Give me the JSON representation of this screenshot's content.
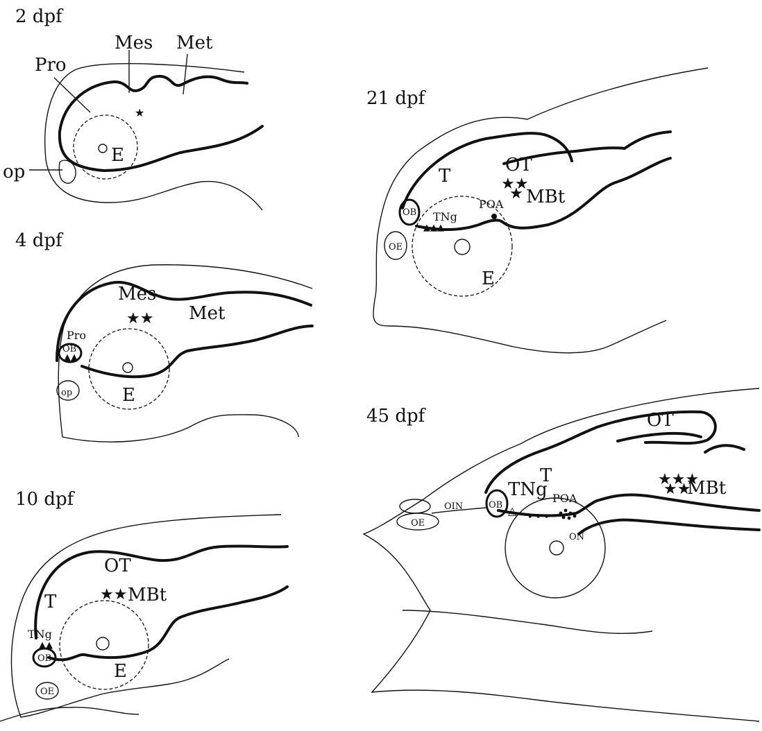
{
  "panels": {
    "p2": {
      "stage": "2 dpf",
      "labels": {
        "pro": "Pro",
        "mes": "Mes",
        "met": "Met",
        "eye": "E",
        "op": "op"
      },
      "marks": {
        "stars": "★"
      }
    },
    "p4": {
      "stage": "4 dpf",
      "labels": {
        "mes": "Mes",
        "met": "Met",
        "pro": "Pro",
        "ob": "OB",
        "op": "op",
        "eye": "E"
      },
      "marks": {
        "stars": "★★",
        "triangles": "▲▲"
      }
    },
    "p10": {
      "stage": "10 dpf",
      "labels": {
        "ot": "OT",
        "mbt": "MBt",
        "t": "T",
        "tng": "TNg",
        "ob": "OB",
        "oe": "OE",
        "eye": "E"
      },
      "marks": {
        "stars": "★★",
        "triangles": "▲▲"
      }
    },
    "p21": {
      "stage": "21 dpf",
      "labels": {
        "ot": "OT",
        "t": "T",
        "mbt": "MBt",
        "ob": "OB",
        "tng": "TNg",
        "poa": "POA",
        "oe": "OE",
        "eye": "E"
      },
      "marks": {
        "stars_top": "★★",
        "stars_bottom": "★",
        "triangles": "▲▲▲"
      }
    },
    "p45": {
      "stage": "45 dpf",
      "labels": {
        "ot": "OT",
        "t": "T",
        "mbt": "MBt",
        "tng": "TNg",
        "poa": "POA",
        "ob": "OB",
        "oin": "OIN",
        "oe": "OE",
        "on": "ON"
      },
      "marks": {
        "stars_top": "★★★",
        "stars_bottom": "★★",
        "triangle": "△",
        "dots": "• • •"
      }
    }
  }
}
